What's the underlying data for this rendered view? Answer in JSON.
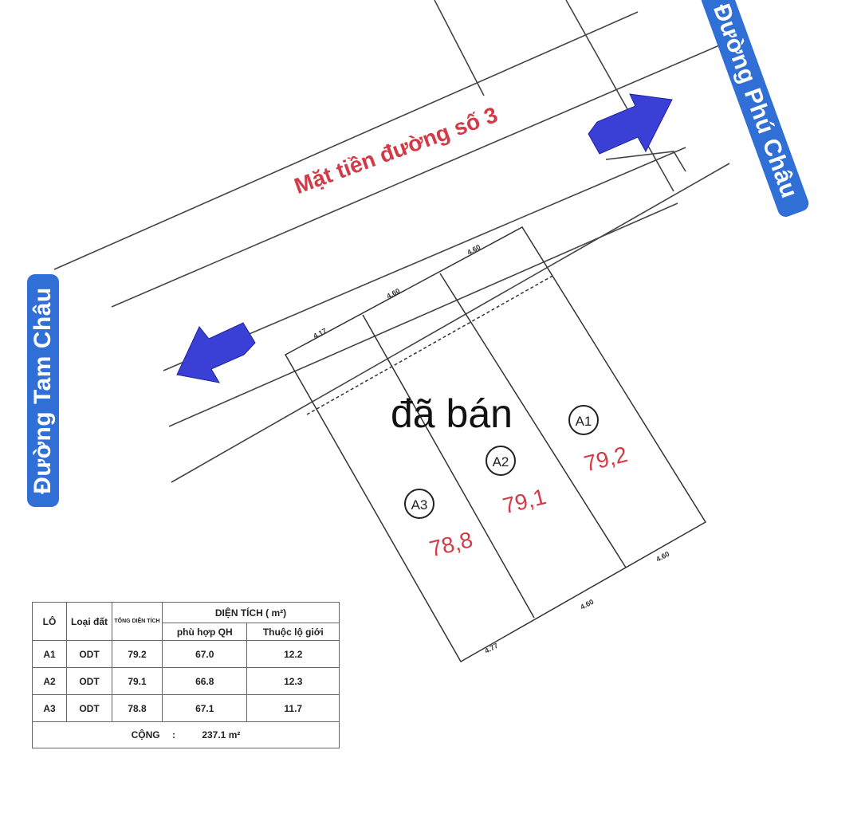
{
  "roads": {
    "left": "Đường Tam Châu",
    "right": "Đường Phú Châu",
    "front": "Mặt tiền đường số 3"
  },
  "status_label": "đã bán",
  "plots": [
    {
      "id": "A1",
      "area": "79,2"
    },
    {
      "id": "A2",
      "area": "79,1"
    },
    {
      "id": "A3",
      "area": "78,8"
    }
  ],
  "dimensions": [
    "4.17",
    "4.60",
    "4.60",
    "4.77",
    "4.60",
    "4.60"
  ],
  "table": {
    "headers": {
      "lot": "LÔ",
      "land_type": "Loại đất",
      "total_area": "TỔNG DIỆN TÍCH",
      "area_group": "DIỆN TÍCH ( m²)",
      "planned": "phù hợp QH",
      "road_boundary": "Thuộc lộ giới"
    },
    "rows": [
      {
        "lot": "A1",
        "type": "ODT",
        "total": "79.2",
        "planned": "67.0",
        "road": "12.2"
      },
      {
        "lot": "A2",
        "type": "ODT",
        "total": "79.1",
        "planned": "66.8",
        "road": "12.3"
      },
      {
        "lot": "A3",
        "type": "ODT",
        "total": "78.8",
        "planned": "67.1",
        "road": "11.7"
      }
    ],
    "total_label": "CỘNG",
    "total_separator": ":",
    "total_value": "237.1 m²"
  },
  "colors": {
    "badge": "#2f6fd6",
    "arrow": "#3a3fd6",
    "area_text": "#d23a47",
    "line": "#333333"
  }
}
